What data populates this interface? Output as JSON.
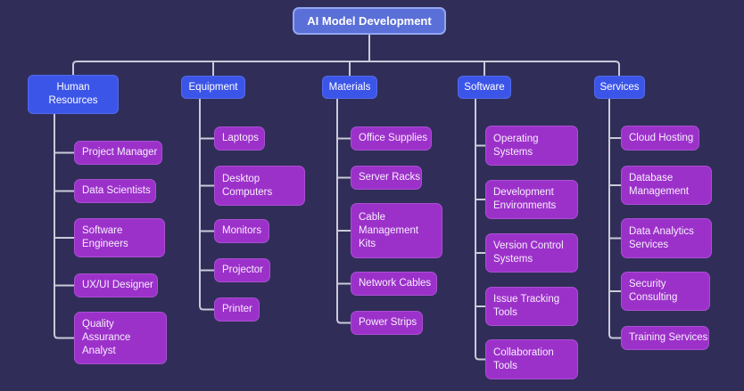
{
  "diagram": {
    "root": "AI Model Development",
    "branches": [
      {
        "label": "Human\nResources",
        "children": [
          "Project Manager",
          "Data Scientists",
          "Software\nEngineers",
          "UX/UI Designer",
          "Quality\nAssurance\nAnalyst"
        ]
      },
      {
        "label": "Equipment",
        "children": [
          "Laptops",
          "Desktop\nComputers",
          "Monitors",
          "Projector",
          "Printer"
        ]
      },
      {
        "label": "Materials",
        "children": [
          "Office Supplies",
          "Server Racks",
          "Cable\nManagement\nKits",
          "Network Cables",
          "Power Strips"
        ]
      },
      {
        "label": "Software",
        "children": [
          "Operating\nSystems",
          "Development\nEnvironments",
          "Version Control\nSystems",
          "Issue Tracking\nTools",
          "Collaboration\nTools"
        ]
      },
      {
        "label": "Services",
        "children": [
          "Cloud Hosting",
          "Database\nManagement",
          "Data Analytics\nServices",
          "Security\nConsulting",
          "Training Services"
        ]
      }
    ]
  },
  "colors": {
    "background": "#302e58",
    "root_fill": "#5b6fd8",
    "root_border": "#93a5f2",
    "branch_fill": "#3c55e9",
    "leaf_fill": "#9c31ca",
    "connector": "#c9cad9",
    "text": "#ffffff"
  }
}
